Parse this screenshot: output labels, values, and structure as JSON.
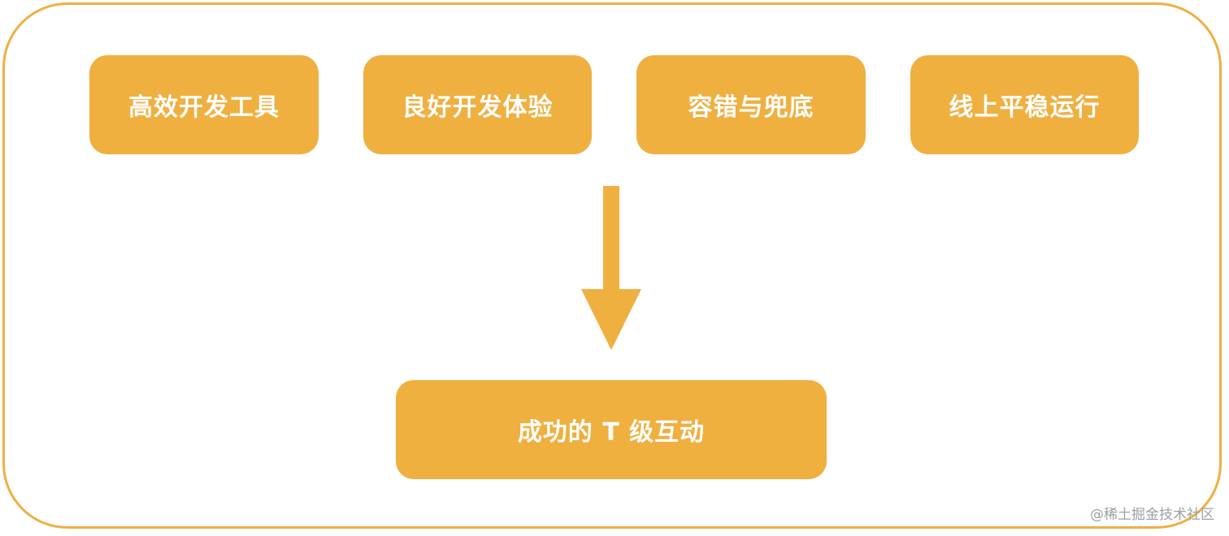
{
  "colors": {
    "accent": "#EFB040",
    "text_on_accent": "#FFFFFF",
    "watermark": "#9AA0A6"
  },
  "diagram": {
    "inputs": [
      {
        "label": "高效开发工具"
      },
      {
        "label": "良好开发体验"
      },
      {
        "label": "容错与兜底"
      },
      {
        "label": "线上平稳运行"
      }
    ],
    "result": {
      "label": "成功的 T 级互动"
    },
    "arrow_icon": "arrow-down-icon"
  },
  "watermark": "@稀土掘金技术社区"
}
